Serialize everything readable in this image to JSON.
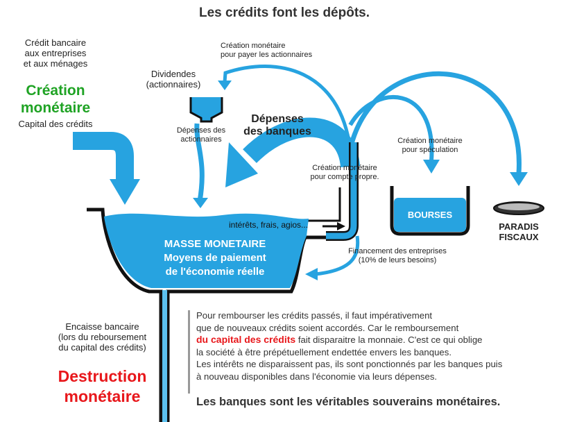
{
  "title": "Les crédits font les dépôts.",
  "left_top": {
    "line1": "Crédit bancaire",
    "line2": "aux entreprises",
    "line3": "et aux ménages",
    "creation1": "Création",
    "creation2": "monétaire",
    "capital": "Capital des crédits"
  },
  "dividendes": {
    "line1": "Dividendes",
    "line2": "(actionnaires)"
  },
  "depenses_actionnaires": {
    "line1": "Dépenses des",
    "line2": "actionnaires"
  },
  "creation_actionnaires": {
    "line1": "Création monétaire",
    "line2": "pour payer les actionnaires"
  },
  "depenses_banques": {
    "line1": "Dépenses",
    "line2": "des banques"
  },
  "compte_propre": {
    "line1": "Création monétaire",
    "line2": "pour compte propre."
  },
  "speculation": {
    "line1": "Création monétaire",
    "line2": "pour spéculation"
  },
  "bourses": "BOURSES",
  "paradis": {
    "line1": "PARADIS",
    "line2": "FISCAUX"
  },
  "interets": "intérêts, frais, agios...",
  "masse": {
    "line1": "MASSE MONETAIRE",
    "line2": "Moyens de paiement",
    "line3": "de l'économie réelle"
  },
  "financement": {
    "line1": "Financement des entreprises",
    "line2": "(10% de leurs besoins)"
  },
  "encaisse": {
    "line1": "Encaisse bancaire",
    "line2": "(lors du reboursement",
    "line3": "du capital des crédits)"
  },
  "destruction": {
    "line1": "Destruction",
    "line2": "monétaire"
  },
  "paragraph": {
    "line1": "Pour rembourser les crédits passés, il faut impérativement",
    "line2": "que de nouveaux crédits soient accordés. Car le remboursement",
    "line3_highlight": "du capital des crédits",
    "line3_rest": " fait disparaitre la monnaie. C'est ce qui oblige",
    "line4": "la société à être prépétuellement endettée envers les banques.",
    "line5": "Les intérêts ne disparaissent pas, ils sont ponctionnés par les banques puis",
    "line6": "à nouveau disponibles dans l'économie via leurs  dépenses."
  },
  "closing": "Les banques sont les véritables souverains monétaires.",
  "colors": {
    "water": "#27a3e0",
    "water_light": "#5cc0ee",
    "outline": "#111111",
    "green": "#1fa324",
    "red": "#e8171b"
  }
}
